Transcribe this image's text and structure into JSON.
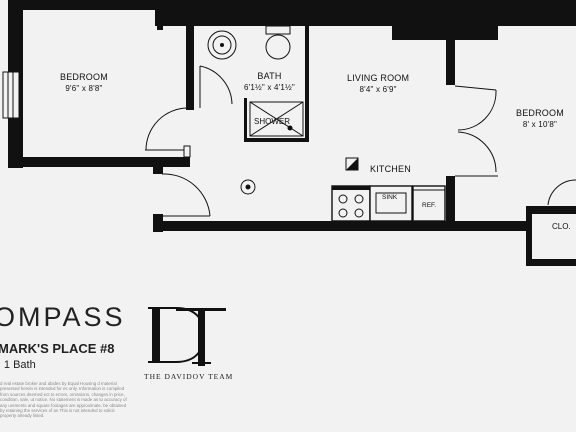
{
  "rooms": {
    "bedroom_left": {
      "name": "BEDROOM",
      "dims": "9'6\" x 8'8\""
    },
    "bath": {
      "name": "BATH",
      "dims": "6'1½\" x 4'1½\""
    },
    "living": {
      "name": "LIVING ROOM",
      "dims": "8'4\" x 6'9\""
    },
    "bedroom_right": {
      "name": "BEDROOM",
      "dims": "8' x 10'8\""
    },
    "kitchen": {
      "name": "KITCHEN"
    }
  },
  "fixtures": {
    "shower": "SHOWER",
    "sink": "SINK",
    "fridge": "REF.",
    "closet": "CLO."
  },
  "branding": {
    "brokerage": "OMPASS",
    "address": "MARK'S PLACE #8",
    "beds_baths": "| 1 Bath",
    "monogram": "DT",
    "team": "THE DAVIDOV TEAM",
    "disclaimer": "d real estate broker and abides by Equal Housing d material presented herein is intended for es only. Information is compiled from sources deemed ect to errors, omissions, changes in price, condition, sale, ut notice. No statement is made as to accuracy of any urements and square footages are approximate. be obtained by retaining the services of an This is not intended to solicit property already listed."
  },
  "colors": {
    "wall": "#111111",
    "background": "#f2f2f2"
  }
}
